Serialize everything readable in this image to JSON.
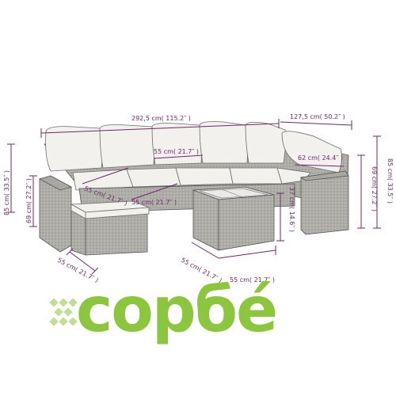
{
  "dimensions": {
    "total_width": "292,5 cm( 115.2″ )",
    "corner_width": "127,5 cm( 50.2″ )",
    "height_left": "85 cm( 33.5″ )",
    "seat_height_left": "69 cm( 27.2″ )",
    "seat_depth_back": "55 cm( 21.7″ )",
    "seat_depth_left": "55 cm( 21.7″ )",
    "seat_depth_mid": "55 cm( 21.7″ )",
    "corner_depth": "62 cm( 24.4″ )",
    "seat_height_right": "69 cm( 27.2″ )",
    "height_right": "85 cm( 33.5″ )",
    "table_height": "37 cm( 14.6″ )",
    "footstool_depth": "55 cm( 21.7″ )",
    "table_depth": "55 cm( 21.7″ )",
    "table_width": "55 cm( 21.7″ )"
  },
  "logo": {
    "text": "сорбé",
    "color": "#8cc63e"
  },
  "colors": {
    "dimension": "#6a2a66",
    "rattan": "#b8b6b1",
    "cushion": "#f3f1ee"
  }
}
